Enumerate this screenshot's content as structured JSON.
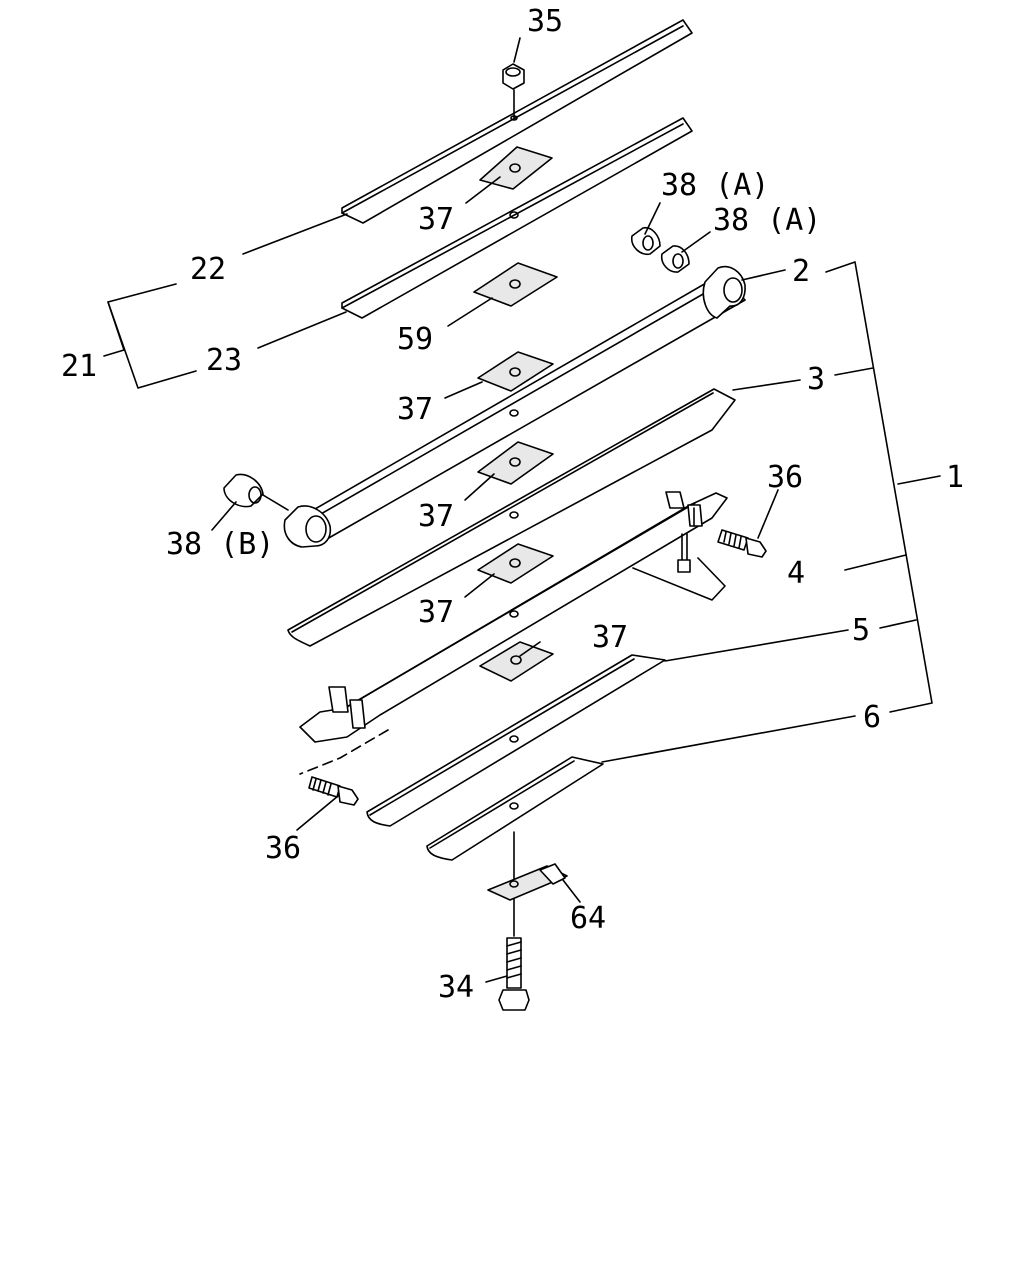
{
  "labels": {
    "p35": "35",
    "p37_top": "37",
    "p38a_1": "38 (A)",
    "p38a_2": "38 (A)",
    "p22": "22",
    "p2": "2",
    "p21": "21",
    "p23": "23",
    "p59": "59",
    "p3": "3",
    "p37_b": "37",
    "p1": "1",
    "p36_r": "36",
    "p37_c": "37",
    "p38b": "38 (B)",
    "p4": "4",
    "p37_d": "37",
    "p37_e": "37",
    "p5": "5",
    "p6": "6",
    "p36_l": "36",
    "p64": "64",
    "p34": "34"
  }
}
